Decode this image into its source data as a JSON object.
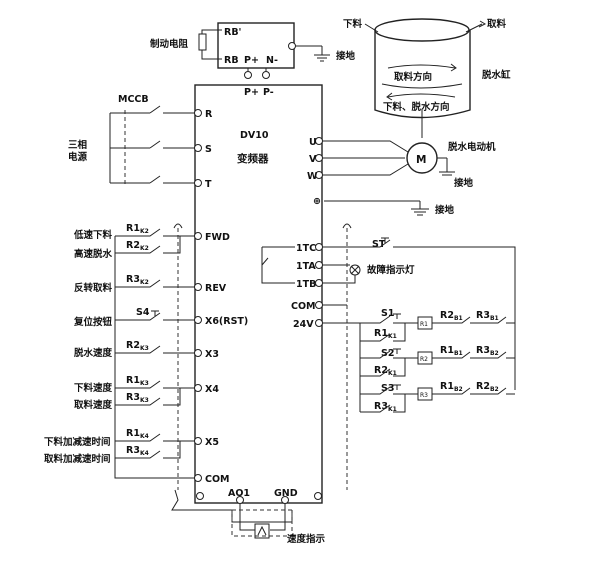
{
  "tank": {
    "discharge": "下料",
    "take": "取料",
    "name": "脱水缸",
    "dir1": "取料方向",
    "dir2": "下料、脱水方向"
  },
  "brake": {
    "label": "制动电阻",
    "rb_prime": "RB'",
    "rb": "RB",
    "p_plus": "P+",
    "n_minus": "N-",
    "ground": "接地"
  },
  "inverter": {
    "model": "DV10",
    "name": "变频器",
    "p_plus": "P+",
    "p_minus": "P-",
    "inputs": {
      "r": "R",
      "s": "S",
      "t": "T"
    },
    "outputs": {
      "u": "U",
      "v": "V",
      "w": "W"
    },
    "ground_symbol": "⊕",
    "terminals": {
      "fwd": "FWD",
      "rev": "REV",
      "x6": "X6(RST)",
      "x3": "X3",
      "x4": "X4",
      "x5": "X5",
      "com": "COM",
      "ao1": "AO1",
      "gnd": "GND",
      "tc": "1TC",
      "ta": "1TA",
      "tb": "1TB",
      "com_r": "COM",
      "v24": "24V"
    }
  },
  "power": {
    "mccb": "MCCB",
    "three_phase": "三相",
    "supply": "电源"
  },
  "motor": {
    "symbol": "M",
    "name": "脱水电动机",
    "ground": "接地"
  },
  "ground2": "接地",
  "left_labels": {
    "low_speed_feed": "低速下料",
    "high_speed_dewater": "高速脱水",
    "reverse_take": "反转取料",
    "reset_button": "复位按钮",
    "dewater_speed": "脱水速度",
    "feed_speed": "下料速度",
    "take_speed": "取料速度",
    "feed_accel": "下料加减速时间",
    "take_accel": "取料加减速时间"
  },
  "contacts": {
    "r1k2": "R1",
    "r1k2_sub": "K2",
    "r2k2": "R2",
    "r2k2_sub": "K2",
    "r3k2": "R3",
    "r3k2_sub": "K2",
    "s4": "S4",
    "r2k3": "R2",
    "r2k3_sub": "K3",
    "r1k3": "R1",
    "r1k3_sub": "K3",
    "r3k3": "R3",
    "r3k3_sub": "K3",
    "r1k4": "R1",
    "r1k4_sub": "K4",
    "r3k4": "R3",
    "r3k4_sub": "K4"
  },
  "right_circuit": {
    "st": "ST",
    "fault_lamp": "故障指示灯",
    "s1": "S1",
    "s2": "S2",
    "s3": "S3",
    "r1k1": "R1",
    "r1k1_sub": "K1",
    "r2k1": "R2",
    "r2k1_sub": "K1",
    "r3k1": "R3",
    "r3k1_sub": "K1",
    "coil1": "R1",
    "coil2": "R2",
    "coil3": "R3",
    "r2b1": "R2",
    "r2b1_sub": "B1",
    "r3b1": "R3",
    "r3b1_sub": "B1",
    "r1b1": "R1",
    "r1b1_sub": "B1",
    "r3b2": "R3",
    "r3b2_sub": "B2",
    "r1b2": "R1",
    "r1b2_sub": "B2",
    "r2b2": "R2",
    "r2b2_sub": "B2"
  },
  "speed_meter": "速度指示"
}
